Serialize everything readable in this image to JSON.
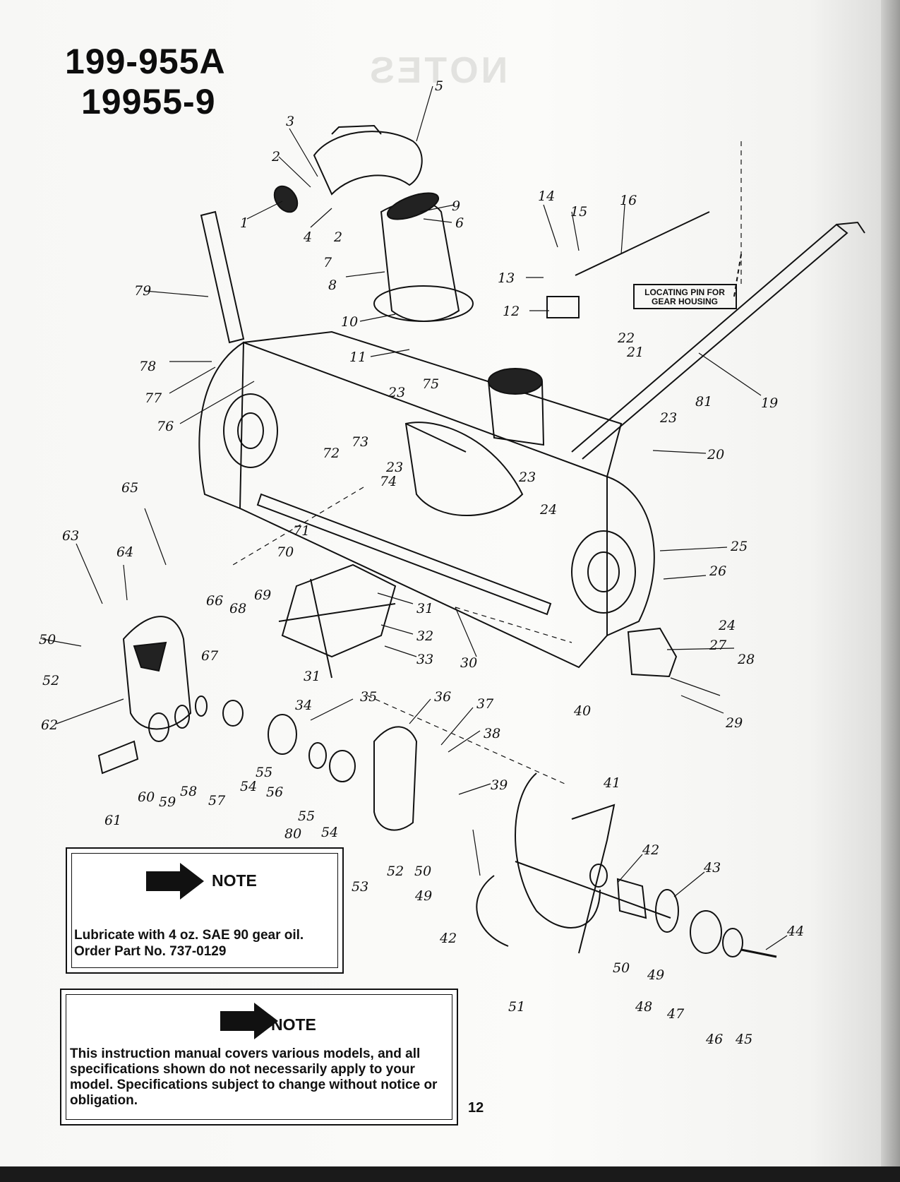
{
  "header": {
    "model_number_1": "199-955A",
    "model_number_2": "19955-9"
  },
  "diagram": {
    "callout": "LOCATING PIN FOR GEAR HOUSING",
    "callout_line1": "LOCATING PIN FOR",
    "callout_line2": "GEAR HOUSING",
    "part_labels": [
      "1",
      "2",
      "2",
      "3",
      "4",
      "5",
      "6",
      "7",
      "8",
      "9",
      "10",
      "11",
      "12",
      "13",
      "14",
      "15",
      "16",
      "19",
      "20",
      "21",
      "22",
      "23",
      "23",
      "23",
      "23",
      "24",
      "24",
      "25",
      "26",
      "27",
      "28",
      "29",
      "30",
      "31",
      "31",
      "32",
      "33",
      "34",
      "35",
      "36",
      "37",
      "38",
      "39",
      "40",
      "41",
      "42",
      "42",
      "43",
      "44",
      "45",
      "46",
      "47",
      "48",
      "49",
      "49",
      "50",
      "50",
      "50",
      "51",
      "52",
      "52",
      "53",
      "54",
      "54",
      "55",
      "55",
      "56",
      "57",
      "58",
      "59",
      "60",
      "61",
      "62",
      "63",
      "64",
      "65",
      "66",
      "67",
      "68",
      "69",
      "70",
      "71",
      "72",
      "73",
      "74",
      "75",
      "76",
      "77",
      "78",
      "79",
      "80",
      "81"
    ]
  },
  "note_lubricate": {
    "heading": "NOTE",
    "line1": "Lubricate with 4 oz. SAE 90 gear oil.",
    "line2": "Order Part No. 737-0129"
  },
  "note_manual": {
    "heading": "NOTE",
    "text": "This instruction manual covers various models, and all specifications shown do not necessarily apply to your model. Specifications subject to change without notice or obligation."
  },
  "page_number": "12",
  "colors": {
    "ink": "#111111",
    "paper": "#f8f8f6"
  }
}
